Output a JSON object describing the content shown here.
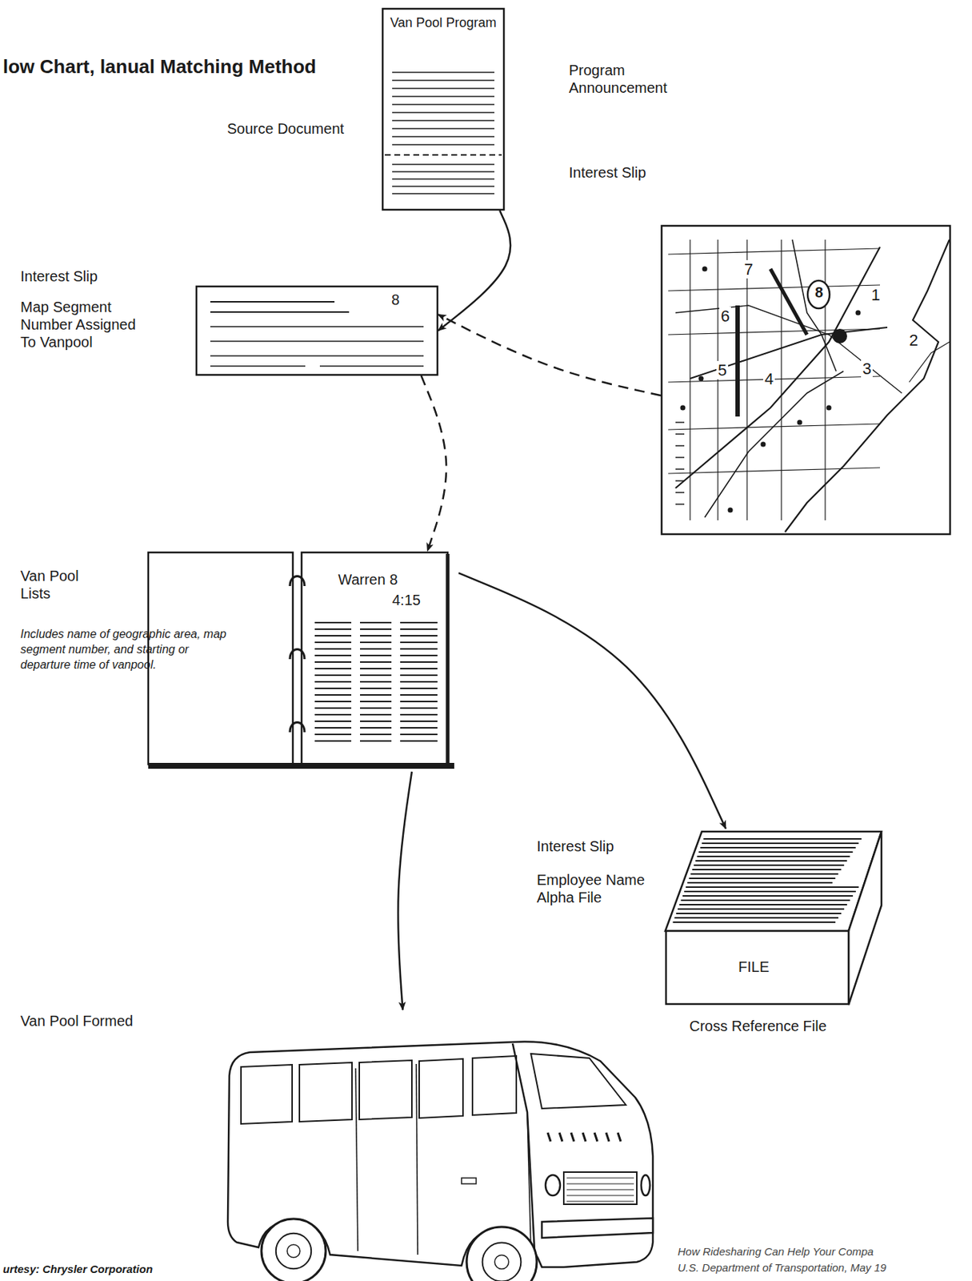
{
  "diagram": {
    "title": "low Chart, lanual Matching Method",
    "nodes": [
      {
        "text": [
          "Van Pool Program"
        ]
      },
      {
        "text": [
          "8"
        ]
      },
      {
        "text": [
          "7",
          "8",
          "1",
          "6",
          "2",
          "5",
          "4",
          "3"
        ]
      },
      {
        "text": [
          "Warren 8",
          "4:15"
        ]
      },
      {
        "text": [
          "FILE"
        ]
      },
      {
        "text": [
          "Van Pool Formed"
        ]
      }
    ],
    "edges": [
      {
        "from": 0,
        "to": 1,
        "arrow": "to"
      },
      {
        "from": 2,
        "to": 1,
        "arrow": "to"
      },
      {
        "from": 1,
        "to": 3,
        "arrow": "to"
      },
      {
        "from": 3,
        "to": 4,
        "arrow": "to"
      },
      {
        "from": 3,
        "to": 5,
        "arrow": "to"
      }
    ],
    "labels": [
      "Source Document",
      "Program Announcement",
      "Interest Slip",
      "Interest Slip",
      "Map Segment Number Assigned To Vanpool",
      "Van Pool Lists",
      "Includes name of geographic area, map segment number, and starting or departure time of vanpool.",
      "Interest Slip",
      "Employee Name Alpha File",
      "Cross Reference File",
      "How Ridesharing Can Help Your Compa",
      "U.S. Department of Transportation, May 19",
      "urtesy: Chrysler Corporation"
    ]
  }
}
